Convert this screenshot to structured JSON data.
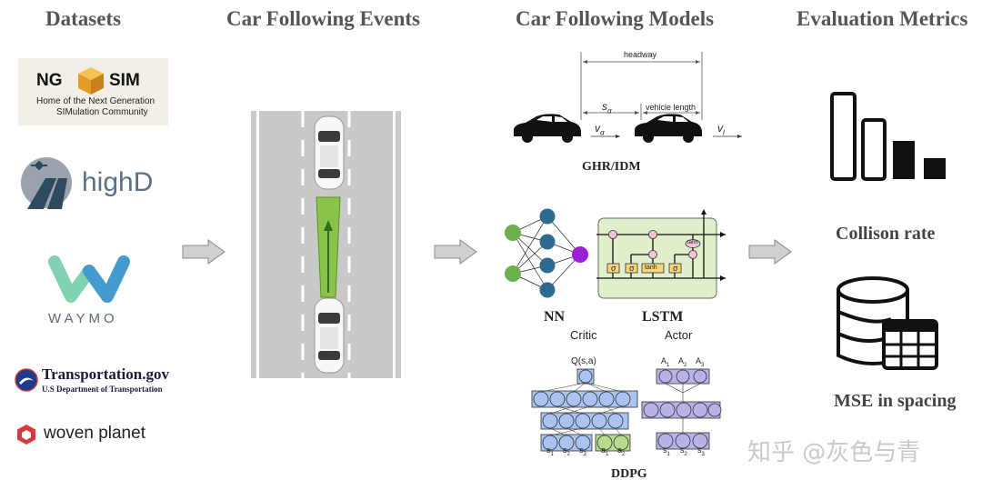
{
  "headers": {
    "datasets": "Datasets",
    "events": "Car Following Events",
    "models": "Car Following Models",
    "metrics": "Evaluation Metrics"
  },
  "datasets": {
    "ngsim": {
      "ng": "NG",
      "sim": "SIM",
      "line1": "Home of the Next Generation",
      "line2": "SIMulation Community"
    },
    "highd": "highD",
    "waymo": "WAYMO",
    "dot": {
      "title": "Transportation.gov",
      "subtitle": "U.S Department of Transportation"
    },
    "woven": "woven planet"
  },
  "models": {
    "ghr": {
      "label": "GHR/IDM",
      "headway": "headway",
      "s_alpha": "s",
      "alpha": "α",
      "vehicle_length": "vehicle length",
      "v_alpha": "v",
      "v_l": "v",
      "l_sub": "l"
    },
    "nn_label": "NN",
    "lstm_label": "LSTM",
    "lstm_tanh": "tanh",
    "lstm_sigma": "σ",
    "ddpg": {
      "label": "DDPG",
      "critic": "Critic",
      "actor": "Actor",
      "q": "Q(s,a)",
      "critic_inputs": [
        "s",
        "s",
        "s",
        "a",
        "a"
      ],
      "critic_subs": [
        "1",
        "2",
        "3",
        "1",
        "2"
      ],
      "actor_outputs": [
        "A",
        "A",
        "A"
      ],
      "actor_out_subs": [
        "1",
        "2",
        "3"
      ],
      "actor_inputs": [
        "s",
        "s",
        "s"
      ],
      "actor_in_subs": [
        "1",
        "2",
        "3"
      ]
    }
  },
  "metrics": {
    "collision": "Collison rate",
    "mse": "MSE in spacing"
  },
  "watermark": "知乎 @灰色与青",
  "colors": {
    "header_text": "#555555",
    "road": "#c9c9c9",
    "lane_line": "#ffffff",
    "headway_zone": "#8bc34a",
    "nn_green": "#6ab04c",
    "nn_blue": "#2c6a8f",
    "nn_purple": "#9b1fd6",
    "lstm_bg": "#dfeecb",
    "ddpg_node": "#a9c4f0",
    "ddpg_node_actor": "#b8b3e6",
    "ddpg_action": "#b9dc8f",
    "arrow_gray": "#d0d0d0"
  }
}
